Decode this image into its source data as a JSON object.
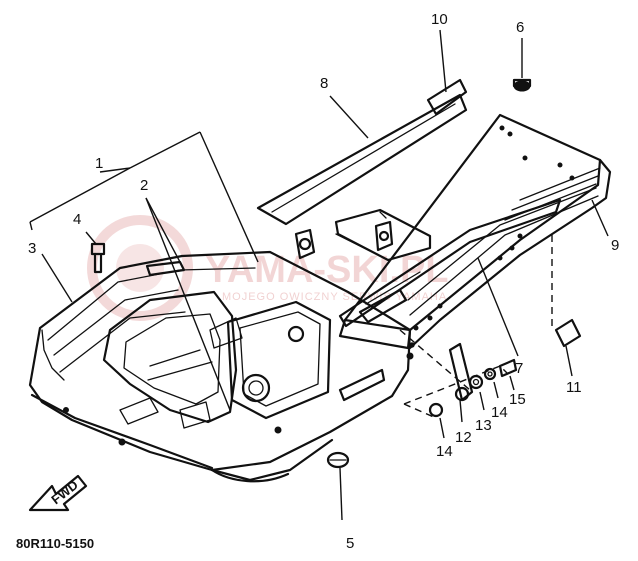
{
  "diagram": {
    "part_number": "80R110-5150",
    "direction_label": "FWD",
    "watermark": {
      "main": "YAMA-SKI.PL",
      "sub": "MOJEGO OWICZNY SERWIS YAMAHA"
    },
    "callouts": [
      "1",
      "2",
      "3",
      "4",
      "5",
      "6",
      "7",
      "8",
      "9",
      "10",
      "11",
      "12",
      "13",
      "14",
      "14",
      "15"
    ]
  },
  "colors": {
    "ink": "#111111",
    "watermark": "#e8b4b4",
    "background": "#ffffff"
  }
}
